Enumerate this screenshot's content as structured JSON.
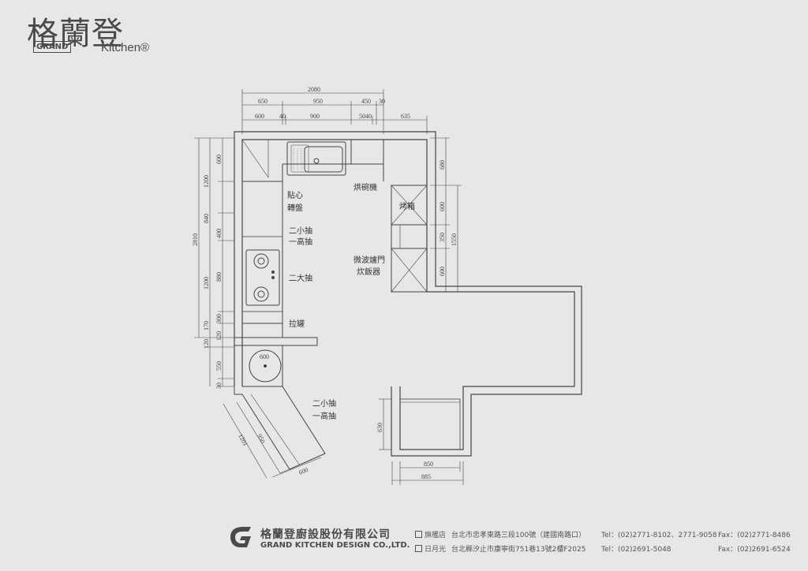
{
  "logo": {
    "cn": "格蘭登",
    "grand": "GRAND",
    "kitchen": "Kitchen®"
  },
  "dimensions": {
    "top_total": "2080",
    "top_row1": [
      "650",
      "950",
      "450",
      "30"
    ],
    "top_row2": [
      "600",
      "40",
      "900",
      "504",
      "0",
      "635"
    ],
    "left_total": "2810",
    "left_a": [
      "600",
      "1200",
      "840",
      "400",
      "1200",
      "880",
      "170",
      "300",
      "120",
      "120",
      "550",
      "30"
    ],
    "right_a": [
      "680",
      "600",
      "350",
      "1550",
      "600"
    ],
    "sink_circle": "600",
    "diag": [
      "1201",
      "950",
      "600"
    ],
    "bottom_right": [
      "630",
      "850",
      "885"
    ]
  },
  "labels": {
    "tiexin": "貼心",
    "zhuanpan": "轉盤",
    "hongwanji": "烘碗機",
    "kaoxiang": "烤箱",
    "erxiaochou_1": "二小抽",
    "yigaochou_1": "一高抽",
    "weibolu": "微波爐門",
    "chuifanqi": "炊飯器",
    "erdachou": "二大抽",
    "laguan": "拉罐",
    "erxiaochou_2": "二小抽",
    "yigaochou_2": "一高抽"
  },
  "footer": {
    "company_cn": "格蘭登廚設股份有限公司",
    "company_en": "GRAND KITCHEN DESIGN CO.,LTD.",
    "branch1_name": "旗艦店",
    "branch1_addr": "台北市忠孝東路三段100號（建國南路口）",
    "branch1_tel": "Tel：(02)2771-8102、2771-9058",
    "branch1_fax": "Fax：(02)2771-8486",
    "branch2_name": "日月光",
    "branch2_addr": "台北縣汐止市康寧街751巷13號2樓F2025",
    "branch2_tel": "Tel：(02)2691-5048",
    "branch2_fax": "Fax：(02)2691-6524"
  }
}
